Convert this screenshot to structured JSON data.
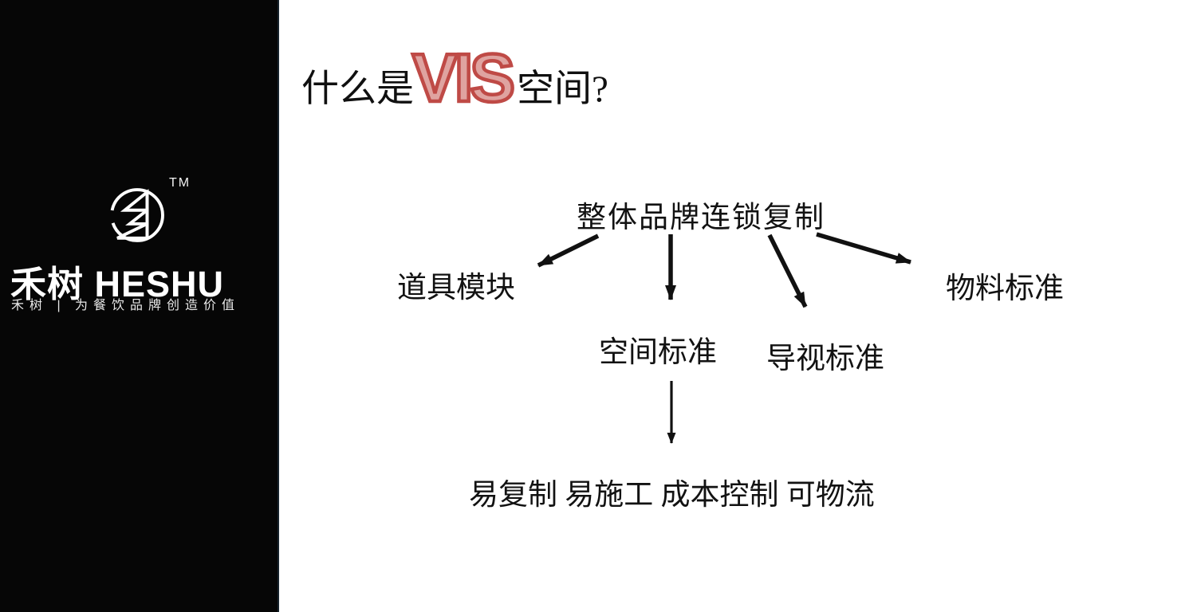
{
  "sidebar": {
    "tm": "TM",
    "wordmark": "禾树 HESHU",
    "tagline": "禾树 | 为餐饮品牌创造价值"
  },
  "title": {
    "prefix": "什么是",
    "highlight": "VIS",
    "suffix": "空间?"
  },
  "diagram": {
    "root": "整体品牌连锁复制",
    "nodes": [
      {
        "label": "道具模块"
      },
      {
        "label": "空间标准"
      },
      {
        "label": "导视标准"
      },
      {
        "label": "物料标准"
      }
    ],
    "result": "易复制 易施工 成本控制 可物流"
  },
  "colors": {
    "panel": "#060606",
    "ink": "#121212",
    "accent_red": "#bf4a46",
    "accent_pink": "#dfa3a0"
  }
}
